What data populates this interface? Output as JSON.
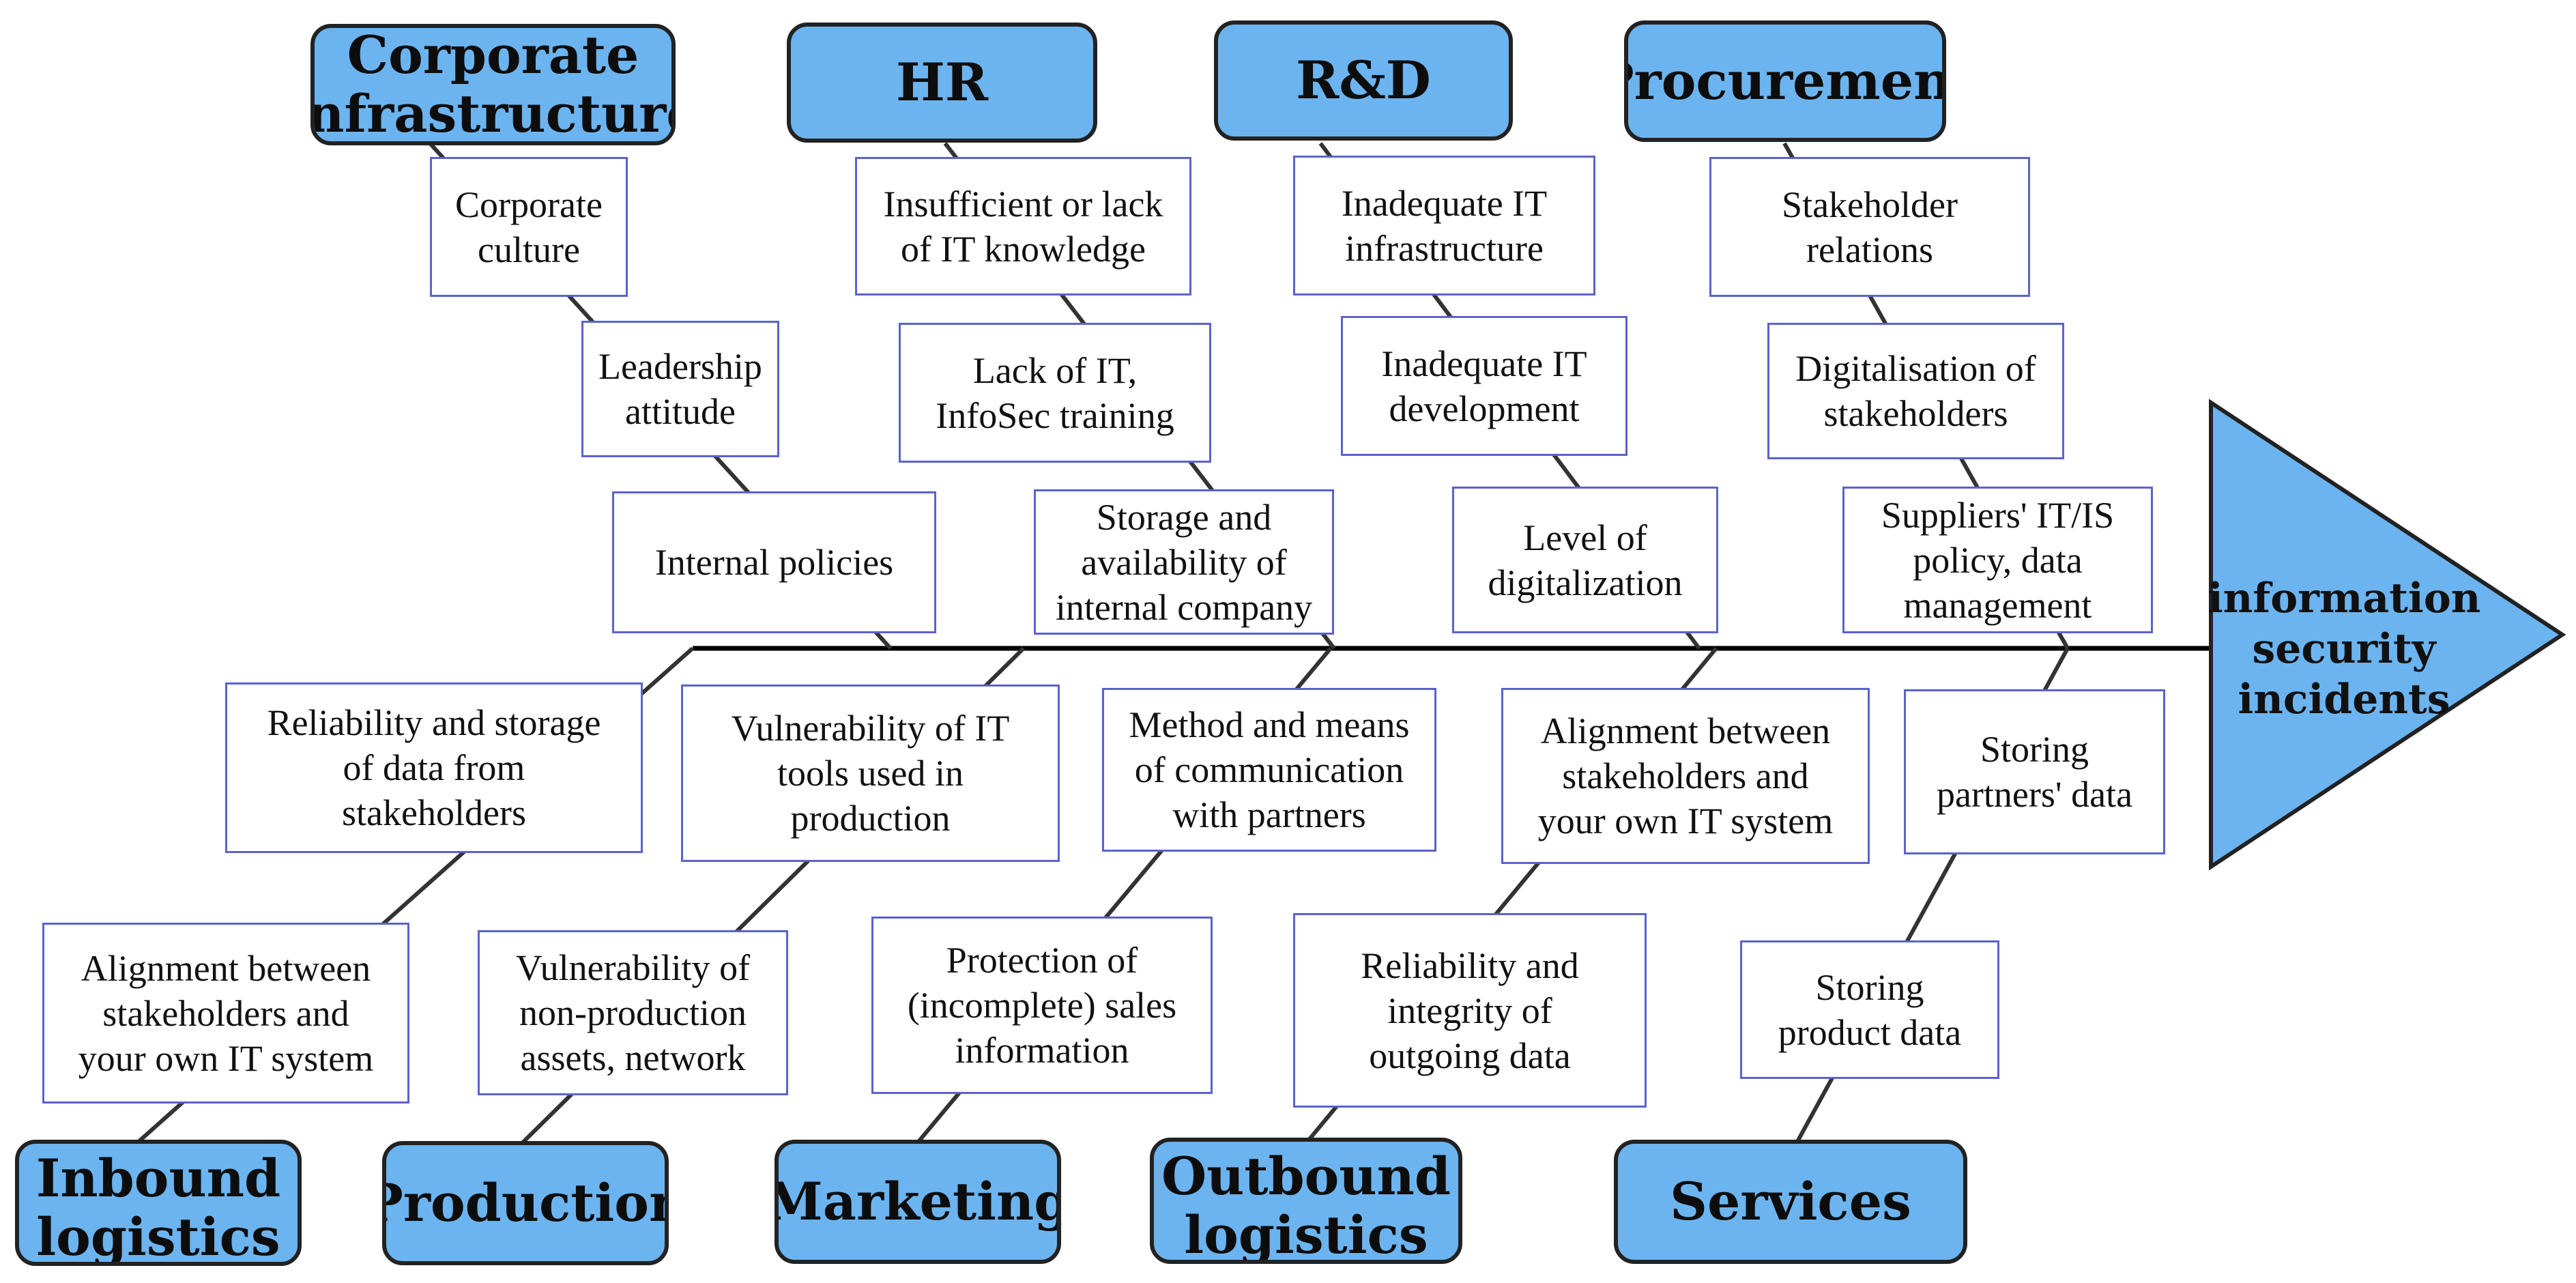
{
  "effect": {
    "label": "information\nsecurity\nincidents",
    "fill": "#6cb4ef"
  },
  "colors": {
    "category_fill": "#6cb4ef",
    "category_border": "#222222",
    "cause_border": "#5a63cc",
    "line": "#333333",
    "spine": "#000000"
  },
  "categories_top": [
    {
      "id": "corporate-infrastructure",
      "label": "Corporate\ninfrastructure",
      "causes": [
        "Corporate\nculture",
        "Leadership\nattitude",
        "Internal policies"
      ]
    },
    {
      "id": "hr",
      "label": "HR",
      "causes": [
        "Insufficient or lack\nof IT knowledge",
        "Lack of IT,\nInfoSec training",
        "Storage and\navailability of\ninternal company"
      ]
    },
    {
      "id": "rnd",
      "label": "R&D",
      "causes": [
        "Inadequate IT\ninfrastructure",
        "Inadequate IT\ndevelopment",
        "Level of\ndigitalization"
      ]
    },
    {
      "id": "procurement",
      "label": "Procurement",
      "causes": [
        "Stakeholder\nrelations",
        "Digitalisation of\nstakeholders",
        "Suppliers' IT/IS\npolicy, data\nmanagement"
      ]
    }
  ],
  "categories_bottom": [
    {
      "id": "inbound-logistics",
      "label": "Inbound\nlogistics",
      "causes": [
        "Reliability and storage\nof data from\nstakeholders",
        "Alignment between\nstakeholders and\nyour own IT system"
      ]
    },
    {
      "id": "production",
      "label": "Production",
      "causes": [
        "Vulnerability of IT\ntools used in\nproduction",
        "Vulnerability of\nnon-production\nassets, network"
      ]
    },
    {
      "id": "marketing",
      "label": "Marketing",
      "causes": [
        "Method and means\nof communication\nwith partners",
        "Protection of\n(incomplete) sales\ninformation"
      ]
    },
    {
      "id": "outbound-logistics",
      "label": "Outbound\nlogistics",
      "causes": [
        "Alignment between\nstakeholders and\nyour own IT system",
        "Reliability and\nintegrity of\noutgoing data"
      ]
    },
    {
      "id": "services",
      "label": "Services",
      "causes": [
        "Storing\npartners' data",
        "Storing\nproduct data"
      ]
    }
  ]
}
